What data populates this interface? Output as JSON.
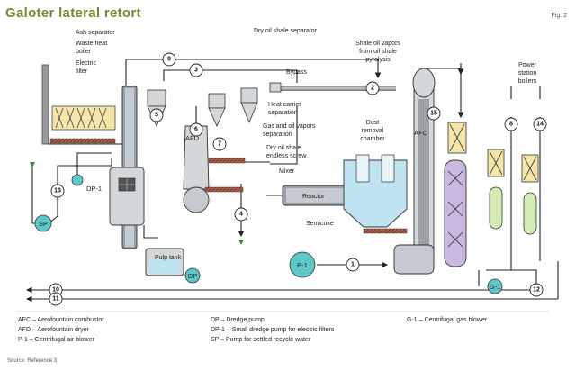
{
  "title": "Galoter lateral retort",
  "fig_label": "Fig. 2",
  "labels": {
    "ash_separator": "Ash separator",
    "waste_heat_boiler_1": "Waste heat",
    "waste_heat_boiler_2": "boiler",
    "electric_filter_1": "Electric",
    "electric_filter_2": "filter",
    "dry_oil_shale_separator": "Dry oil shale separator",
    "bypass": "Bypass",
    "shale_oil_vapors_1": "Shale oil vapors",
    "shale_oil_vapors_2": "from oil shale",
    "shale_oil_vapors_3": "pyrolysis",
    "heat_carrier_1": "Heat carrier",
    "heat_carrier_2": "separation",
    "gas_oil_vapors_1": "Gas and oil vapors",
    "gas_oil_vapors_2": "separation",
    "dust_removal_1": "Dust",
    "dust_removal_2": "removal",
    "dust_removal_3": "chamber",
    "dry_oil_shale_screw_1": "Dry oil shale",
    "dry_oil_shale_screw_2": "endless screw",
    "mixer": "Mixer",
    "reactor": "Reactor",
    "semicoke": "Semicoke",
    "power_station_1": "Power",
    "power_station_2": "station",
    "power_station_3": "boilers",
    "afc": "AFC",
    "afd": "AFD",
    "dp1": "DP-1",
    "dp": "DP",
    "sp": "SP",
    "p1": "P-1",
    "g1": "G-1",
    "pulp_tank": "Pulp tank"
  },
  "stream_numbers": [
    "1",
    "2",
    "3",
    "4",
    "5",
    "6",
    "7",
    "8",
    "9",
    "10",
    "11",
    "12",
    "13",
    "14",
    "15"
  ],
  "legend": {
    "afc": "AFC – Aerofountain combustor",
    "afd": "AFD – Aerofountain dryer",
    "p1": "P-1 – Centrifugal air blower",
    "dp": "DP – Dredge pump",
    "dp1": "DP-1 – Small dredge pump for electric filters",
    "sp": "SP – Pump for settled recycle water",
    "g1": "G-1 – Centrifugal gas blower"
  },
  "source": "Source: Reference 3",
  "colors": {
    "title": "#7a8a2a",
    "pump": "#5ec8c8",
    "filter": "#f3e6a8",
    "column": "#c9b8e0",
    "pipe": "#7a7a7a",
    "brick": "#b0604a"
  }
}
